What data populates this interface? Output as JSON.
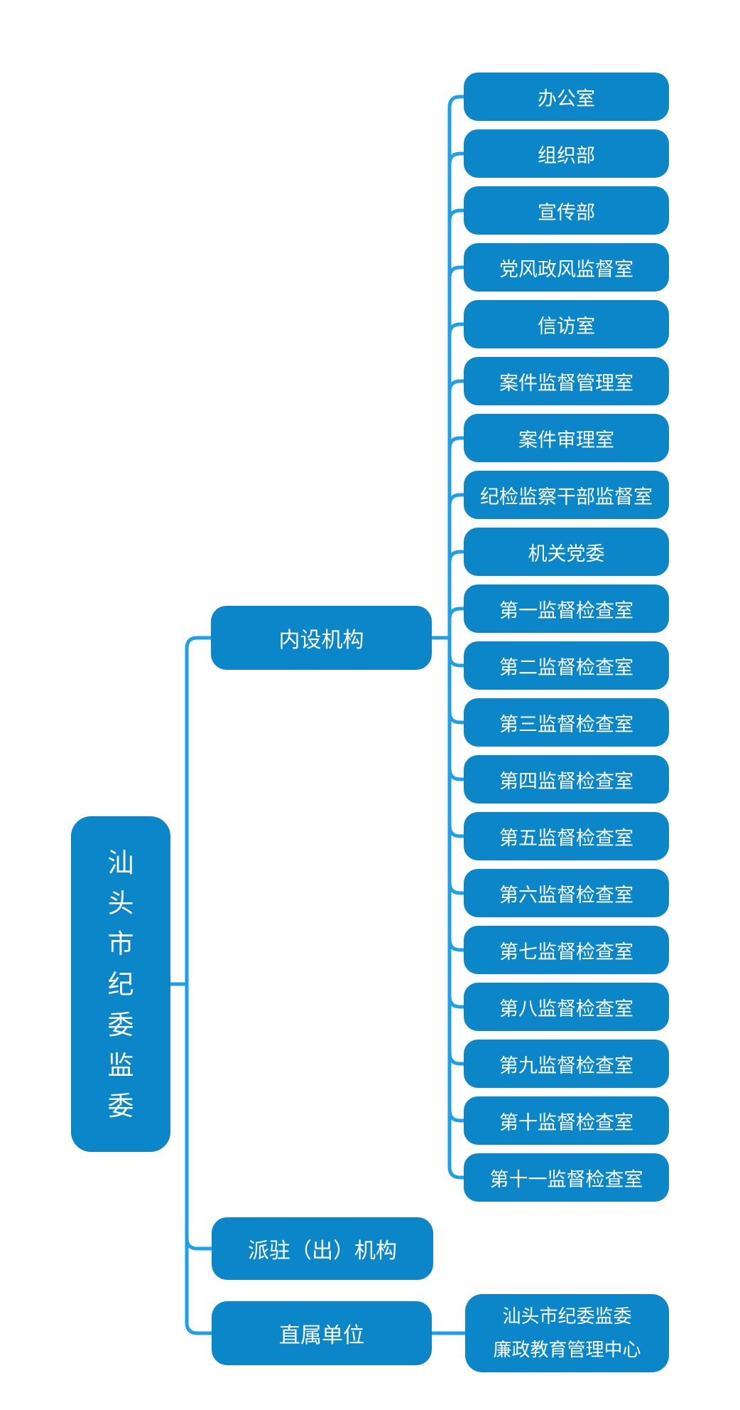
{
  "colors": {
    "background": "#ffffff",
    "node_fill": "#0A86C9",
    "node_text": "#ffffff",
    "connector_line": "#1BA0E9"
  },
  "tree": {
    "root": {
      "label": "汕头市纪委监委"
    },
    "branches": [
      {
        "label": "内设机构",
        "children": [
          "办公室",
          "组织部",
          "宣传部",
          "党风政风监督室",
          "信访室",
          "案件监督管理室",
          "案件审理室",
          "纪检监察干部监督室",
          "机关党委",
          "第一监督检查室",
          "第二监督检查室",
          "第三监督检查室",
          "第四监督检查室",
          "第五监督检查室",
          "第六监督检查室",
          "第七监督检查室",
          "第八监督检查室",
          "第九监督检查室",
          "第十监督检查室",
          "第十一监督检查室"
        ]
      },
      {
        "label": "派驻（出）机构",
        "children": []
      },
      {
        "label": "直属单位",
        "children": [
          [
            "汕头市纪委监委",
            "廉政教育管理中心"
          ]
        ]
      }
    ]
  }
}
